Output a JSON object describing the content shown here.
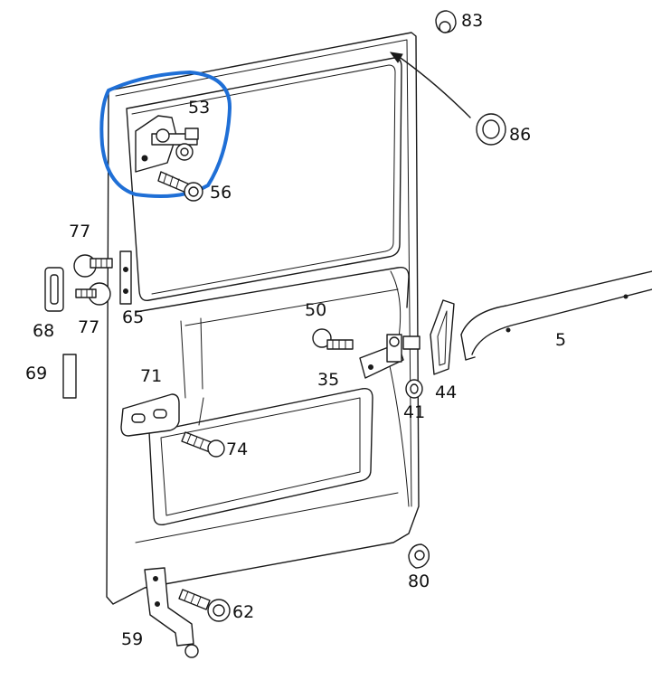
{
  "diagram": {
    "callouts": [
      {
        "id": "83",
        "text": "83"
      },
      {
        "id": "53",
        "text": "53"
      },
      {
        "id": "86",
        "text": "86"
      },
      {
        "id": "56",
        "text": "56"
      },
      {
        "id": "77a",
        "text": "77"
      },
      {
        "id": "77b",
        "text": "77"
      },
      {
        "id": "65",
        "text": "65"
      },
      {
        "id": "68",
        "text": "68"
      },
      {
        "id": "50",
        "text": "50"
      },
      {
        "id": "5",
        "text": "5"
      },
      {
        "id": "69",
        "text": "69"
      },
      {
        "id": "71",
        "text": "71"
      },
      {
        "id": "35",
        "text": "35"
      },
      {
        "id": "44",
        "text": "44"
      },
      {
        "id": "41",
        "text": "41"
      },
      {
        "id": "74",
        "text": "74"
      },
      {
        "id": "80",
        "text": "80"
      },
      {
        "id": "62",
        "text": "62"
      },
      {
        "id": "59",
        "text": "59"
      }
    ],
    "highlight": {
      "color": "#1f6fd6",
      "target": "53"
    },
    "line_color": "#1a1a1a"
  }
}
